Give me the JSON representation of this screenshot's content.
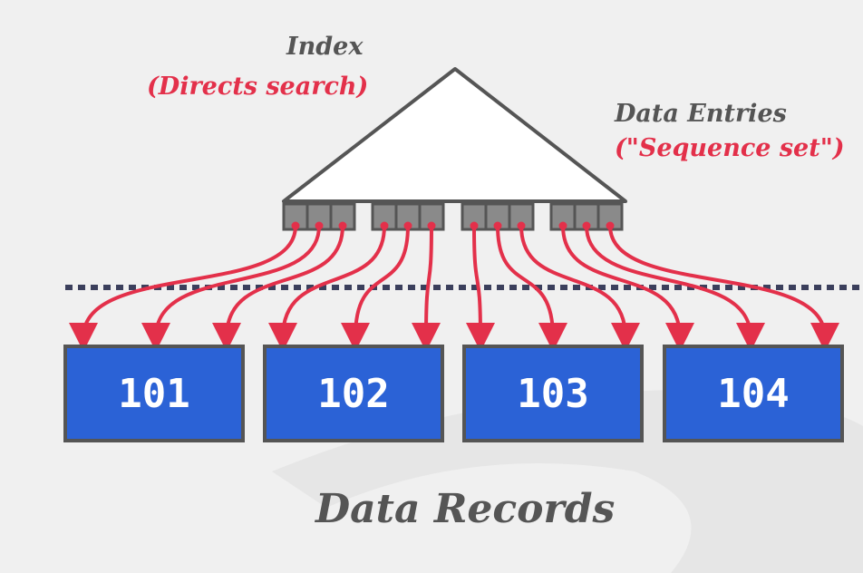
{
  "labels": {
    "index": "Index",
    "index_sub": "(Directs search)",
    "entries": "Data Entries",
    "entries_sub": "(\"Sequence set\")",
    "records": "Data Records"
  },
  "pages": [
    "101",
    "102",
    "103",
    "104"
  ],
  "colors": {
    "background": "#f0f0f0",
    "tree_fill": "#ffffff",
    "tree_stroke": "#555555",
    "entry_fill": "#8a8a8a",
    "arrow": "#e3304a",
    "page_fill": "#2b62d6",
    "page_border": "#555555",
    "divider": "#3b3f5c"
  }
}
